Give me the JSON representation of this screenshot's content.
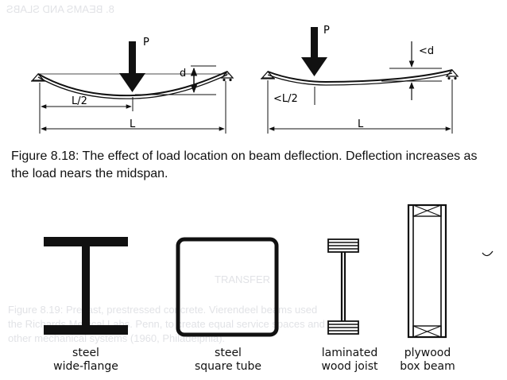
{
  "figure": {
    "caption_label": "Figure 8.18:",
    "caption_text": "The effect of load location on beam deflection. Deflection increases as the load nears the midspan."
  },
  "left_beam": {
    "load_label": "P",
    "deflection_label": "d",
    "half_span_label": "L/2",
    "span_label": "L"
  },
  "right_beam": {
    "load_label": "P",
    "deflection_label": "<d",
    "partial_span_label": "<L/2",
    "span_label": "L"
  },
  "sections": [
    {
      "label_line1": "steel",
      "label_line2": "wide-flange"
    },
    {
      "label_line1": "steel",
      "label_line2": "square tube"
    },
    {
      "label_line1": "laminated",
      "label_line2": "wood joist"
    },
    {
      "label_line1": "plywood",
      "label_line2": "box beam"
    }
  ],
  "bleed_through": {
    "header": "8. BEAMS AND SLABS",
    "middle": "TRANSFER",
    "line1": "Figure 8.19: Precast, prestressed concrete. Vierendeel beams used",
    "line2": "the Richards Medical Labs. Penn, to create equal service spaces and",
    "line3": "other mechanical systems (1960, Philadelphia)."
  },
  "colors": {
    "ink": "#111111",
    "ghost": "#c9ccd2"
  }
}
